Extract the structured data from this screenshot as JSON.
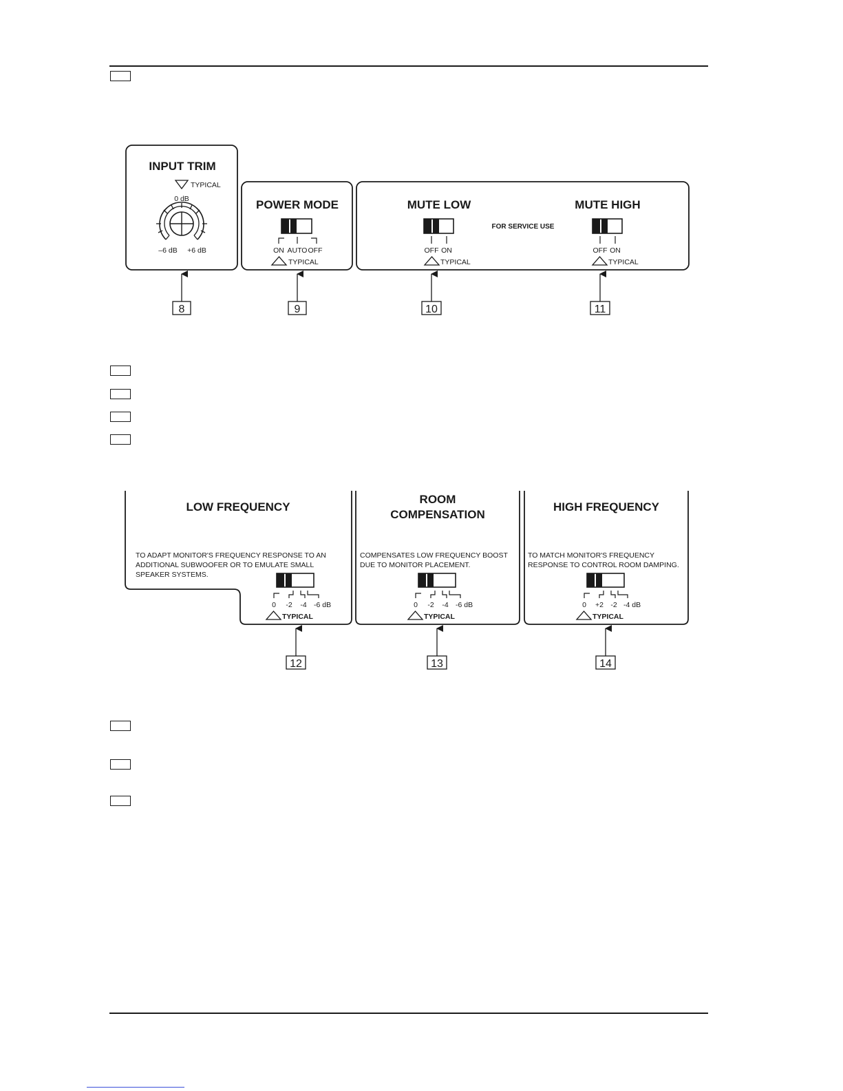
{
  "fig1": {
    "input_trim": {
      "title": "INPUT TRIM",
      "typical": "TYPICAL",
      "zero": "0 dB",
      "minus": "–6 dB",
      "plus": "+6 dB"
    },
    "power_mode": {
      "title": "POWER MODE",
      "positions": [
        "ON",
        "AUTO",
        "OFF"
      ],
      "typical": "TYPICAL"
    },
    "mute_low": {
      "title": "MUTE LOW",
      "positions": [
        "OFF",
        "ON"
      ],
      "typical": "TYPICAL"
    },
    "service_note": "FOR SERVICE USE",
    "mute_high": {
      "title": "MUTE HIGH",
      "positions": [
        "OFF",
        "ON"
      ],
      "typical": "TYPICAL"
    },
    "callouts": [
      "8",
      "9",
      "10",
      "11"
    ]
  },
  "fig2": {
    "low_freq": {
      "title": "LOW FREQUENCY",
      "desc": [
        "TO ADAPT MONITOR'S FREQUENCY RESPONSE TO AN",
        "ADDITIONAL SUBWOOFER OR TO EMULATE SMALL",
        "SPEAKER SYSTEMS."
      ],
      "positions": [
        "0",
        "-2",
        "-4",
        "-6 dB"
      ],
      "typical": "TYPICAL"
    },
    "room_comp": {
      "title": [
        "ROOM",
        "COMPENSATION"
      ],
      "desc": [
        "COMPENSATES LOW FREQUENCY BOOST",
        "DUE TO MONITOR PLACEMENT."
      ],
      "positions": [
        "0",
        "-2",
        "-4",
        "-6 dB"
      ],
      "typical": "TYPICAL"
    },
    "high_freq": {
      "title": "HIGH FREQUENCY",
      "desc": [
        "TO MATCH MONITOR'S FREQUENCY",
        "RESPONSE TO CONTROL ROOM DAMPING."
      ],
      "positions": [
        "0",
        "+2",
        "-2",
        "-4 dB"
      ],
      "typical": "TYPICAL"
    },
    "callouts": [
      "12",
      "13",
      "14"
    ]
  }
}
